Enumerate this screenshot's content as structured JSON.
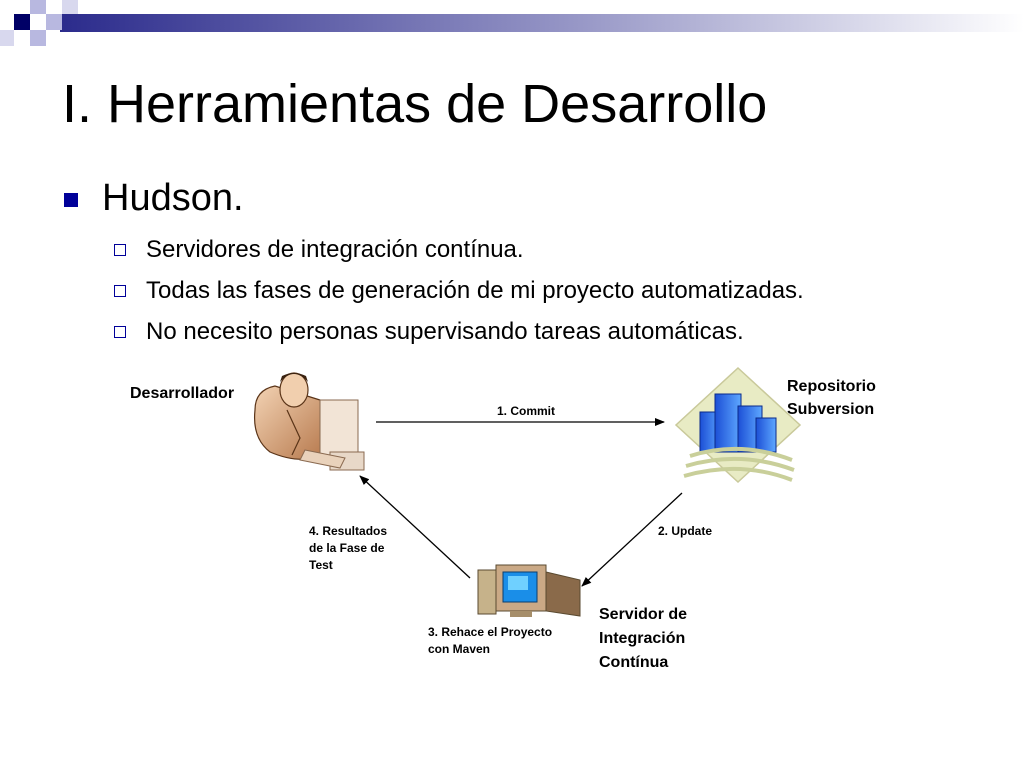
{
  "slide": {
    "title": "I. Herramientas de Desarrollo",
    "bullet": "Hudson.",
    "sub_bullets": [
      "Servidores de integración contínua.",
      "Todas las fases de generación de mi proyecto automatizadas.",
      "No necesito personas supervisando tareas automáticas."
    ]
  },
  "diagram": {
    "nodes": {
      "developer": "Desarrollador",
      "repository": [
        "Repositorio",
        "Subversion"
      ],
      "ci_server": [
        "Servidor de",
        "Integración",
        "Contínua"
      ]
    },
    "edges": {
      "commit": "1. Commit",
      "update": "2. Update",
      "rebuild": [
        "3. Rehace el Proyecto",
        "con Maven"
      ],
      "results": [
        "4. Resultados",
        "de la Fase de",
        "Test"
      ]
    }
  },
  "colors": {
    "accent": "#000099",
    "band_start": "#2b2b8c",
    "band_end": "#ffffff"
  }
}
